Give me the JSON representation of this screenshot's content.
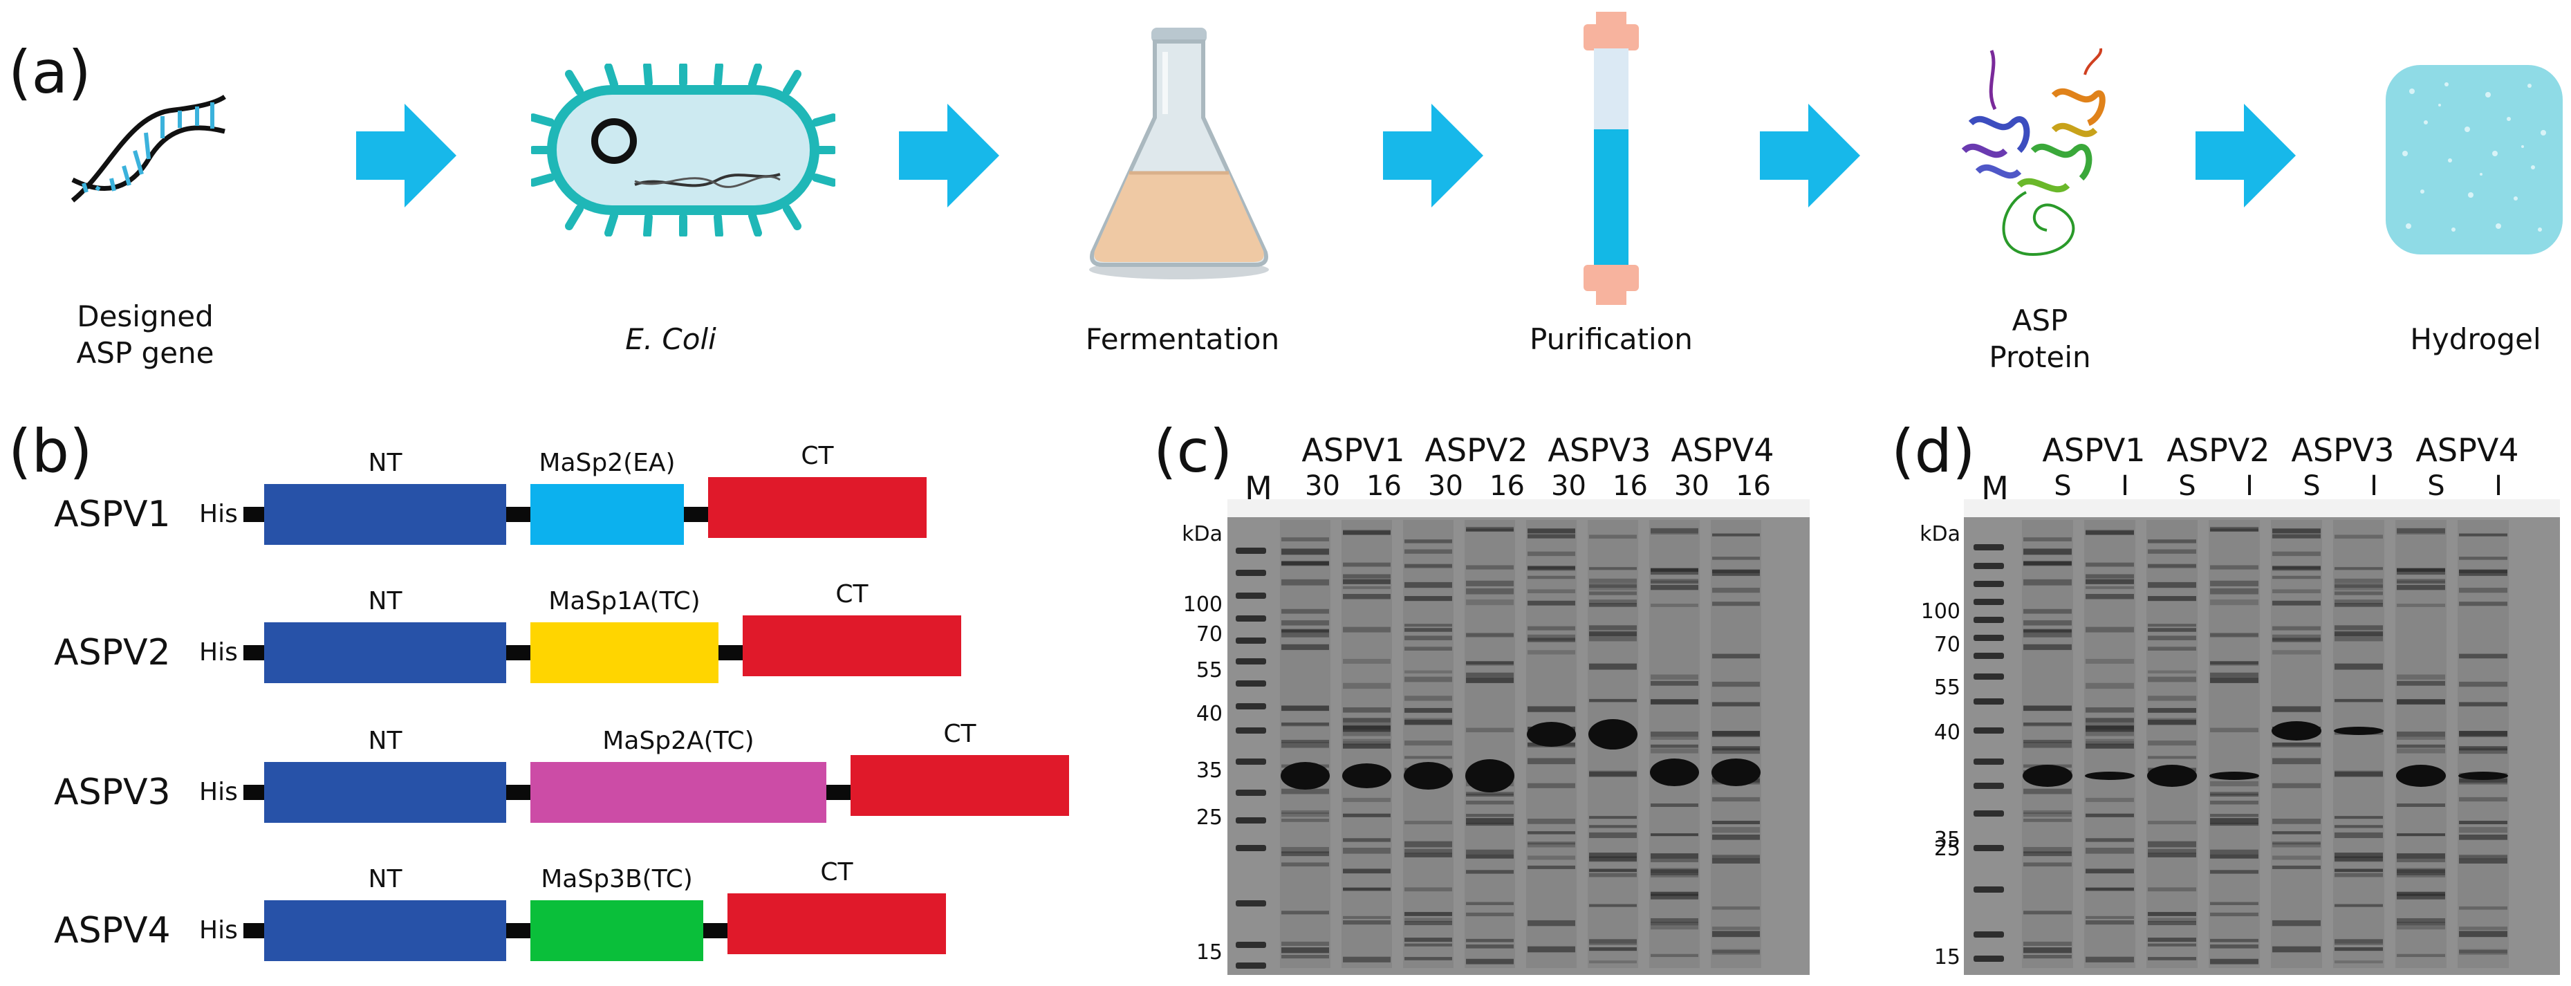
{
  "panels": {
    "a": "(a)",
    "b": "(b)",
    "c": "(c)",
    "d": "(d)"
  },
  "workflow": {
    "steps": [
      {
        "line1": "Designed",
        "line2": "ASP gene"
      },
      {
        "line1": "E. Coli",
        "line2": ""
      },
      {
        "line1": "Fermentation",
        "line2": ""
      },
      {
        "line1": "Purification",
        "line2": ""
      },
      {
        "line1": "ASP",
        "line2": "Protein"
      },
      {
        "line1": "Hydrogel",
        "line2": ""
      }
    ],
    "arrow_color": "#17b8ea"
  },
  "constructs": {
    "his_label": "His",
    "colors": {
      "NT": "#2752a8",
      "CT": "#e0192a",
      "link": "#0a0a0a"
    },
    "items": [
      {
        "name": "ASPV1",
        "nt": "NT",
        "mid": "MaSp2(EA)",
        "ct": "CT",
        "mid_color": "#0cb1ee"
      },
      {
        "name": "ASPV2",
        "nt": "NT",
        "mid": "MaSp1A(TC)",
        "ct": "CT",
        "mid_color": "#ffd500"
      },
      {
        "name": "ASPV3",
        "nt": "NT",
        "mid": "MaSp2A(TC)",
        "ct": "CT",
        "mid_color": "#cc4ca6"
      },
      {
        "name": "ASPV4",
        "nt": "NT",
        "mid": "MaSp3B(TC)",
        "ct": "CT",
        "mid_color": "#0abf3a"
      }
    ]
  },
  "gel_c": {
    "marker_label": "M",
    "unit": "kDa",
    "groups": [
      {
        "name": "ASPV1",
        "lanes": [
          "30",
          "16"
        ]
      },
      {
        "name": "ASPV2",
        "lanes": [
          "30",
          "16"
        ]
      },
      {
        "name": "ASPV3",
        "lanes": [
          "30",
          "16"
        ]
      },
      {
        "name": "ASPV4",
        "lanes": [
          "30",
          "16"
        ]
      }
    ],
    "mw_markers": [
      "100",
      "70",
      "55",
      "40",
      "35",
      "25",
      "15"
    ]
  },
  "gel_d": {
    "marker_label": "M",
    "unit": "kDa",
    "groups": [
      {
        "name": "ASPV1",
        "lanes": [
          "S",
          "I"
        ]
      },
      {
        "name": "ASPV2",
        "lanes": [
          "S",
          "I"
        ]
      },
      {
        "name": "ASPV3",
        "lanes": [
          "S",
          "I"
        ]
      },
      {
        "name": "ASPV4",
        "lanes": [
          "S",
          "I"
        ]
      }
    ],
    "mw_markers": [
      "100",
      "70",
      "55",
      "40",
      "35",
      "25",
      "15"
    ]
  }
}
